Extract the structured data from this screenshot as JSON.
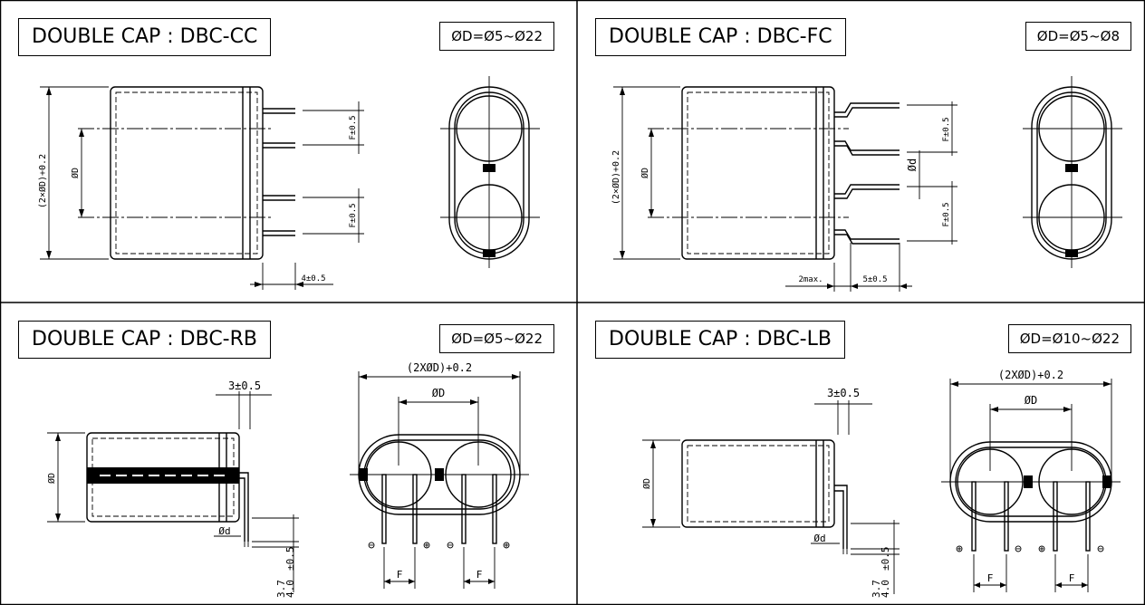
{
  "panels": {
    "cc": {
      "title": "DOUBLE CAP : DBC-CC",
      "range": "ØD=Ø5~Ø22",
      "dims": {
        "height": "(2×ØD)+0.2",
        "diameter": "ØD",
        "pitch_top": "F±0.5",
        "pitch_bottom": "F±0.5",
        "lead_len": "4±0.5"
      }
    },
    "fc": {
      "title": "DOUBLE CAP : DBC-FC",
      "range": "ØD=Ø5~Ø8",
      "dims": {
        "height": "(2×ØD)+0.2",
        "diameter": "ØD",
        "pitch_top": "F±0.5",
        "pitch_bottom": "F±0.5",
        "lead_dia": "Ød",
        "gap": "2max.",
        "lead_len": "5±0.5"
      }
    },
    "rb": {
      "title": "DOUBLE CAP : DBC-RB",
      "range": "ØD=Ø5~Ø22",
      "dims": {
        "bend": "3±0.5",
        "diameter": "ØD",
        "lead_dia": "Ød",
        "lead_len_a": "3.7",
        "lead_len_b": "4.0",
        "lead_len_tol": "±0.5",
        "width": "(2XØD)+0.2",
        "body_dia": "ØD",
        "pitch_a": "F",
        "pitch_b": "F"
      },
      "polarity": [
        "⊖",
        "⊕",
        "⊖",
        "⊕"
      ]
    },
    "lb": {
      "title": "DOUBLE CAP : DBC-LB",
      "range": "ØD=Ø10~Ø22",
      "dims": {
        "bend": "3±0.5",
        "diameter": "ØD",
        "lead_dia": "Ød",
        "lead_len_a": "3.7",
        "lead_len_b": "4.0",
        "lead_len_tol": "±0.5",
        "width": "(2XØD)+0.2",
        "body_dia": "ØD",
        "pitch_a": "F",
        "pitch_b": "F"
      },
      "polarity": [
        "⊕",
        "⊖",
        "⊕",
        "⊖"
      ]
    }
  }
}
